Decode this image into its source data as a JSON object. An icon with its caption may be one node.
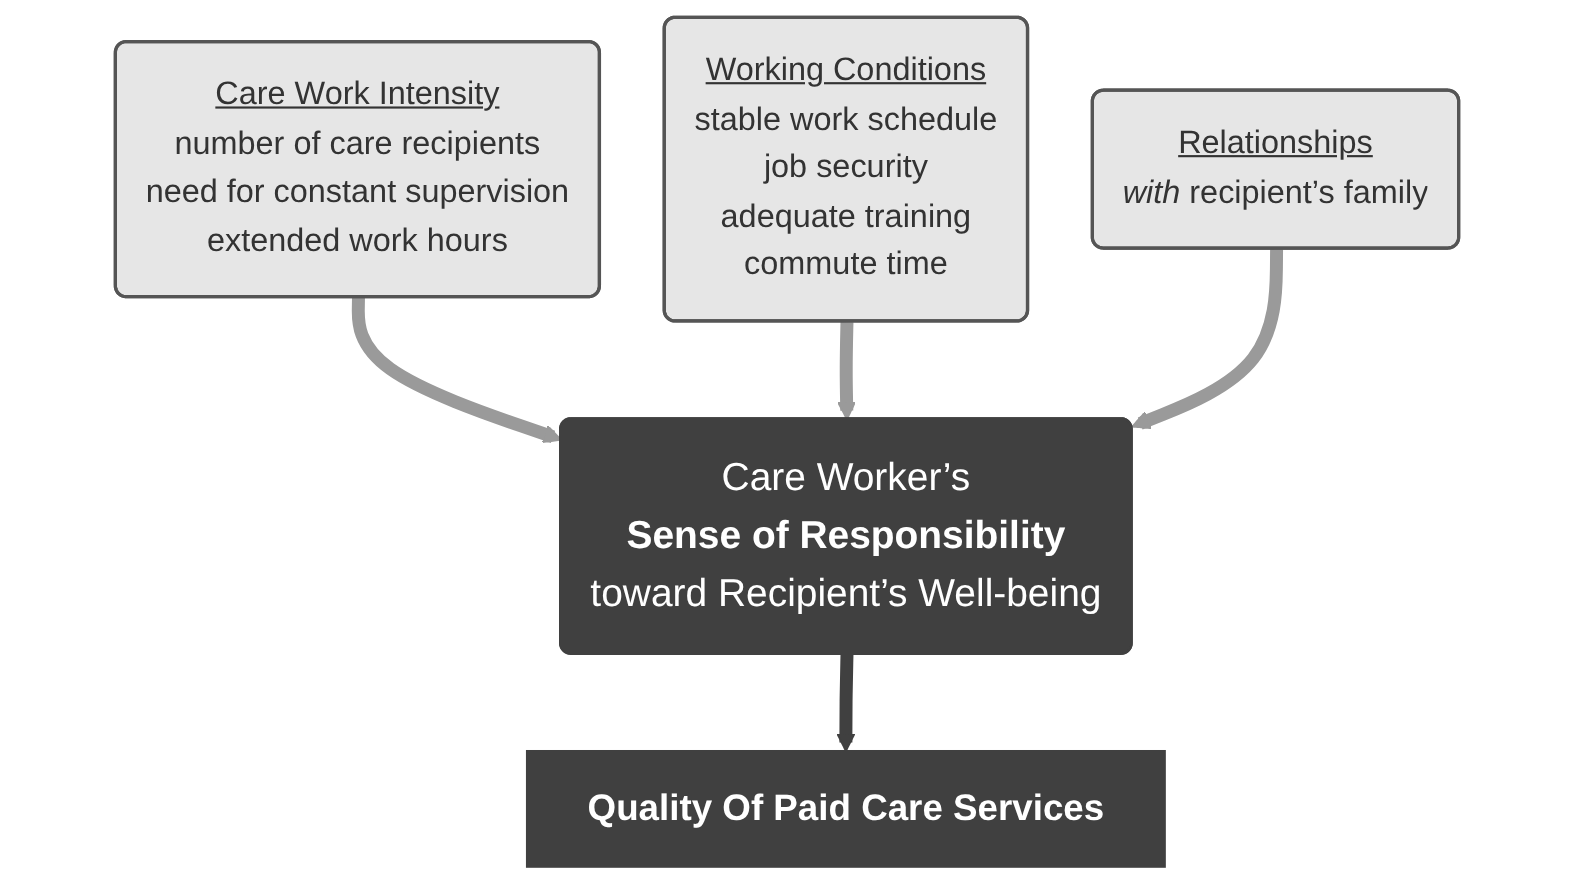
{
  "diagram": {
    "nodes": [
      {
        "text": [
          "Care Work Intensity",
          "number of care recipients",
          "need for constant supervision",
          "extended work hours"
        ]
      },
      {
        "text": [
          "Working Conditions",
          "stable work schedule",
          "job security",
          "adequate training",
          "commute time"
        ]
      },
      {
        "text": [
          "Relationships",
          "*with* recipient’s family"
        ]
      },
      {
        "text": [
          "Care Worker’s",
          "**Sense of Responsibility**",
          "toward Recipient’s Well-being"
        ]
      },
      {
        "text": [
          "Quality Of Paid Care Services"
        ]
      }
    ],
    "edges": [
      {
        "from": 0,
        "to": 3,
        "arrow": "to"
      },
      {
        "from": 1,
        "to": 3,
        "arrow": "to"
      },
      {
        "from": 2,
        "to": 3,
        "arrow": "to"
      },
      {
        "from": 3,
        "to": 4,
        "arrow": "to",
        "color": "#404040"
      }
    ]
  }
}
